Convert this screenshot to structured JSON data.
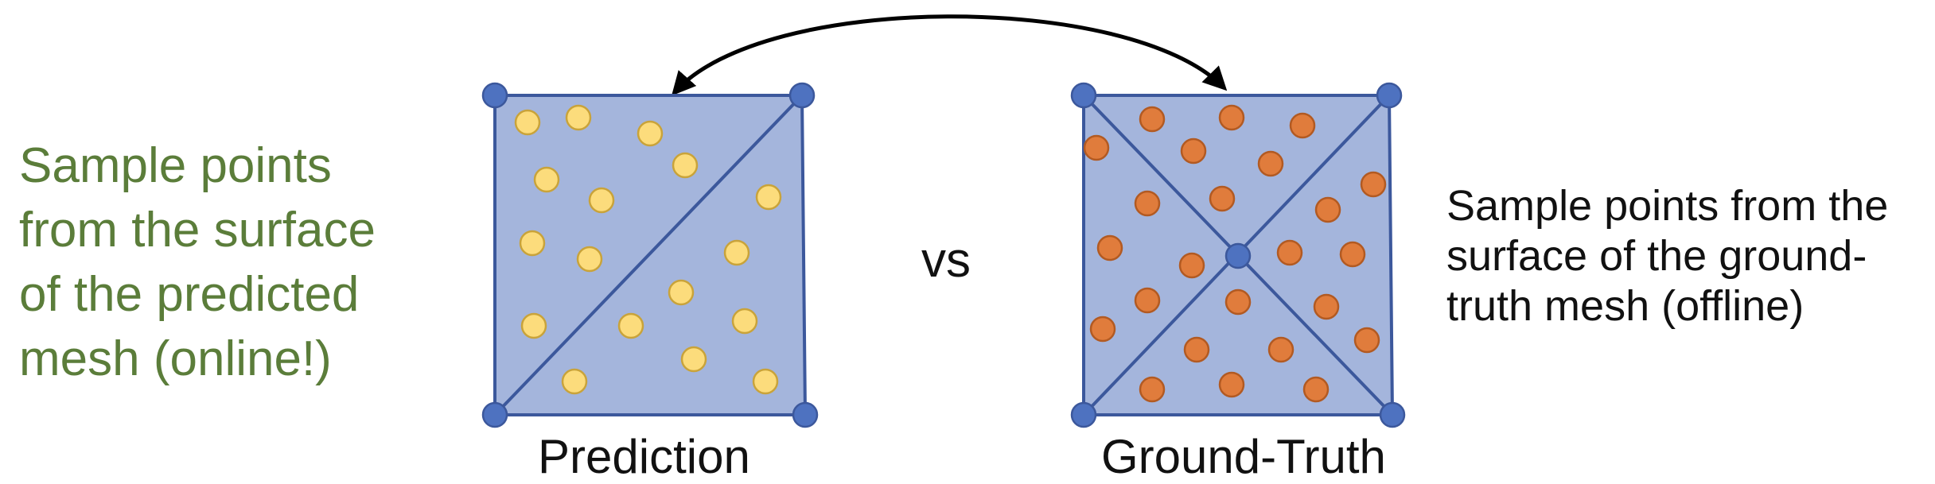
{
  "left_caption": [
    "Sample points",
    "from the surface",
    "of the predicted",
    "mesh (online!)"
  ],
  "right_caption": [
    "Sample points from the",
    "surface of the ground-",
    "truth mesh (offline)"
  ],
  "vs_label": "vs",
  "prediction_label": "Prediction",
  "ground_truth_label": "Ground-Truth",
  "colors": {
    "caption_green": "#5b7d3a",
    "panel_fill": "#a4b5dc",
    "panel_stroke": "#3c589c",
    "vertex": "#4e72c0",
    "pred_point_fill": "#fcdc7c",
    "pred_point_stroke": "#c9a33a",
    "gt_point_fill": "#e07c3c",
    "gt_point_stroke": "#b25a22",
    "arrow": "#000000"
  }
}
